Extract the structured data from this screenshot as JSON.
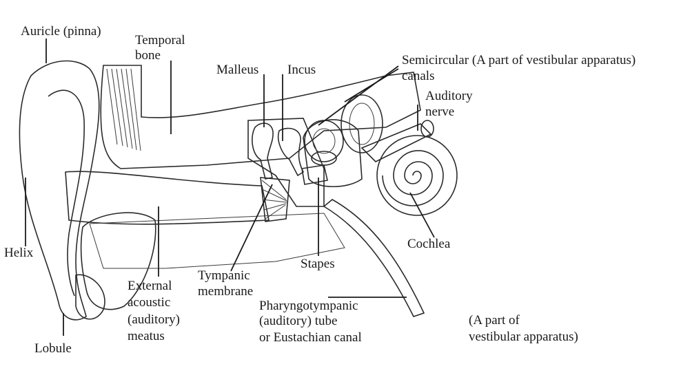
{
  "labels": {
    "auricle": "Auricle (pinna)",
    "temporal_1": "Temporal",
    "temporal_2": "bone",
    "malleus": "Malleus",
    "incus": "Incus",
    "semicircular_1": "Semicircular (A part of vestibular apparatus)",
    "semicircular_2": "canals",
    "auditory_nerve_1": "Auditory",
    "auditory_nerve_2": "nerve",
    "helix": "Helix",
    "cochlea": "Cochlea",
    "stapes": "Stapes",
    "tympanic_1": "Tympanic",
    "tympanic_2": "membrane",
    "external_1": "External",
    "external_2": "acoustic",
    "external_3": "(auditory)",
    "external_4": "meatus",
    "pharyngo_1": "Pharyngotympanic",
    "pharyngo_2": "(auditory) tube",
    "pharyngo_3": "or Eustachian canal",
    "vestibular_1": "(A part of",
    "vestibular_2": "vestibular apparatus)",
    "lobule": "Lobule"
  }
}
